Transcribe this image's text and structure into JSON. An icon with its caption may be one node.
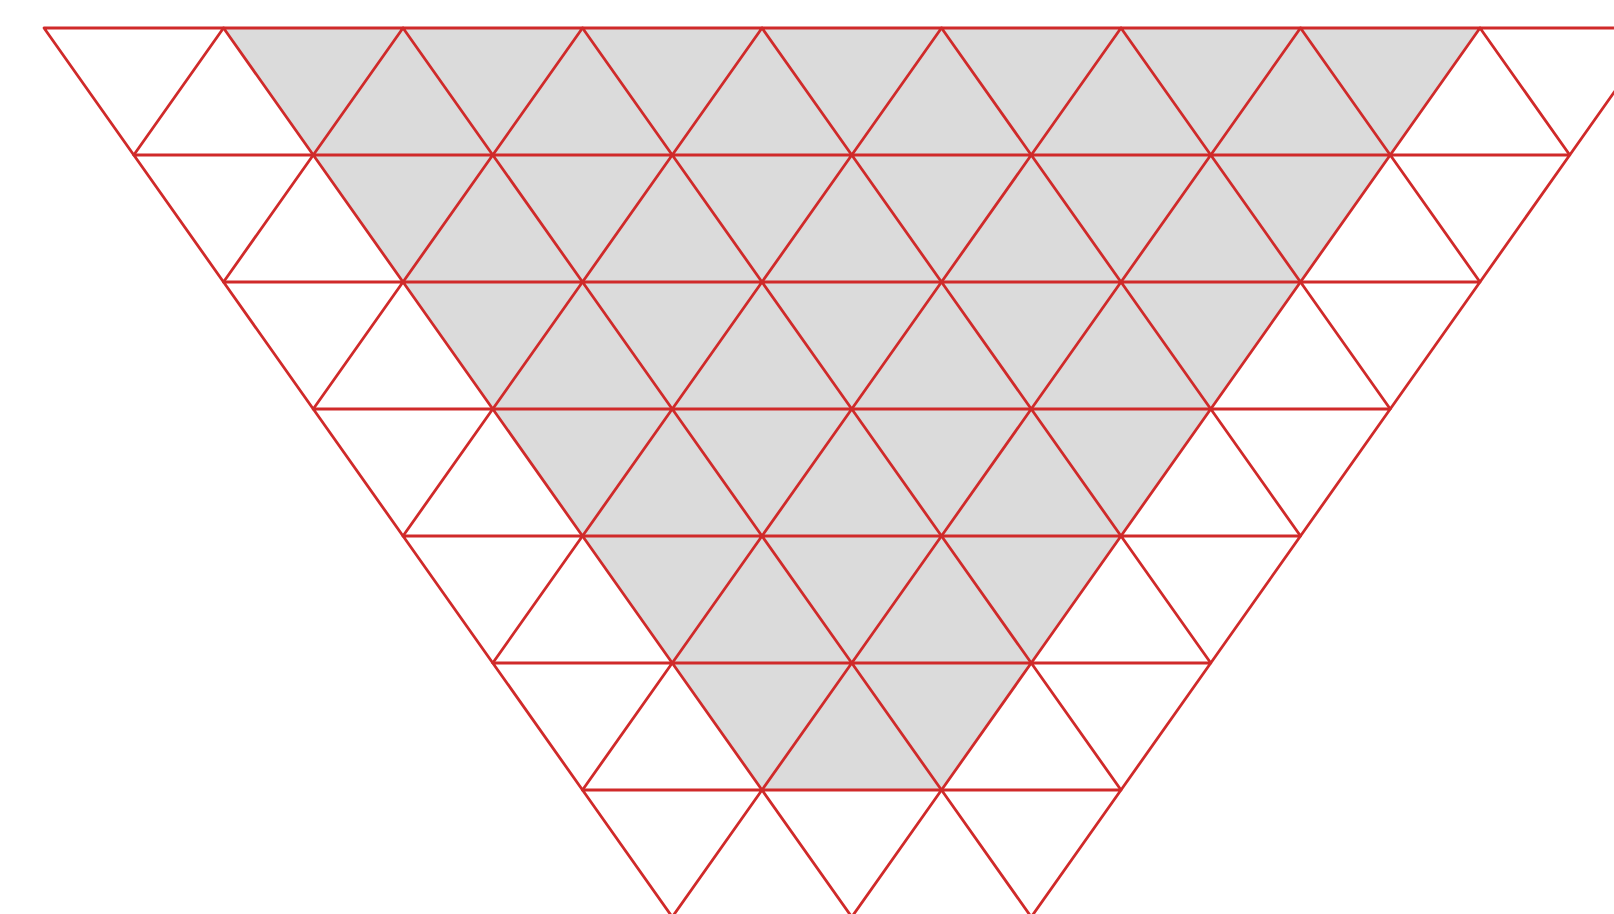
{
  "diagram": {
    "nodes": [
      {
        "text": [],
        "shape": "triangle"
      },
      {
        "text": [],
        "shape": "trapezoid",
        "in": 0
      }
    ]
  }
}
